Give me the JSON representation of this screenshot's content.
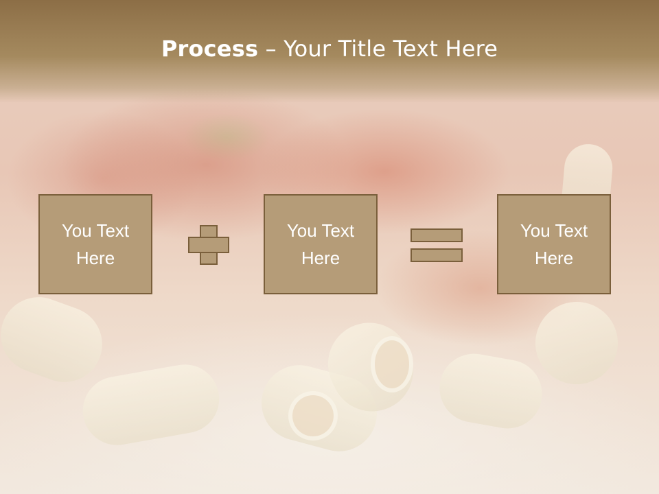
{
  "slide": {
    "title_bold": "Process",
    "title_rest": " – Your Title Text Here",
    "boxes": [
      {
        "text": "You Text\nHere"
      },
      {
        "text": "You Text\nHere"
      },
      {
        "text": "You Text\nHere"
      }
    ],
    "operators": [
      "plus-icon",
      "equals-icon"
    ],
    "colors": {
      "header": "#8c6e46",
      "box_fill": "#b59c78",
      "box_border": "#7a5f3b",
      "text": "#ffffff"
    }
  }
}
